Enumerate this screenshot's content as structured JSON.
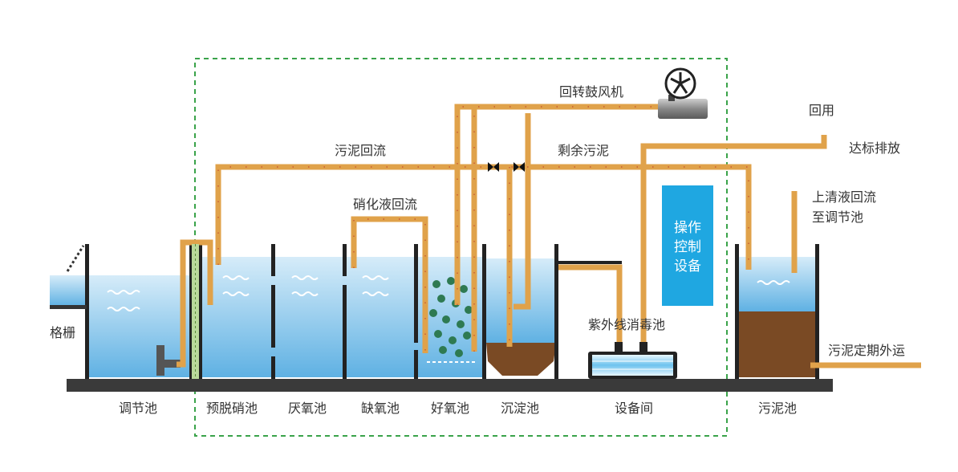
{
  "title": "",
  "colors": {
    "water_top": "#d6ecf9",
    "water_bottom": "#5fb1e3",
    "pipe": "#e0a24a",
    "wall": "#222222",
    "sludge": "#7a4a24",
    "frame": "#3aa34a",
    "control_box": "#1fa7e1",
    "bubble": "#2e7a52"
  },
  "tanks": [
    {
      "name": "调节池"
    },
    {
      "name": "预脱硝池"
    },
    {
      "name": "厌氧池"
    },
    {
      "name": "缺氧池"
    },
    {
      "name": "好氧池"
    },
    {
      "name": "沉淀池"
    },
    {
      "name": "设备间"
    },
    {
      "name": "污泥池"
    }
  ],
  "labels": {
    "grille": "格栅",
    "blower": "回转鼓风机",
    "sludge_return": "污泥回流",
    "excess_sludge": "剩余污泥",
    "nitrate_return": "硝化液回流",
    "reuse": "回用",
    "discharge": "达标排放",
    "supernatant_1": "上清液回流",
    "supernatant_2": "至调节池",
    "uv": "紫外线消毒池",
    "control_1": "操作",
    "control_2": "控制",
    "control_3": "设备",
    "sludge_out": "污泥定期外运"
  },
  "icons": {
    "blower": "fan-icon",
    "valve": "valve-icon"
  }
}
